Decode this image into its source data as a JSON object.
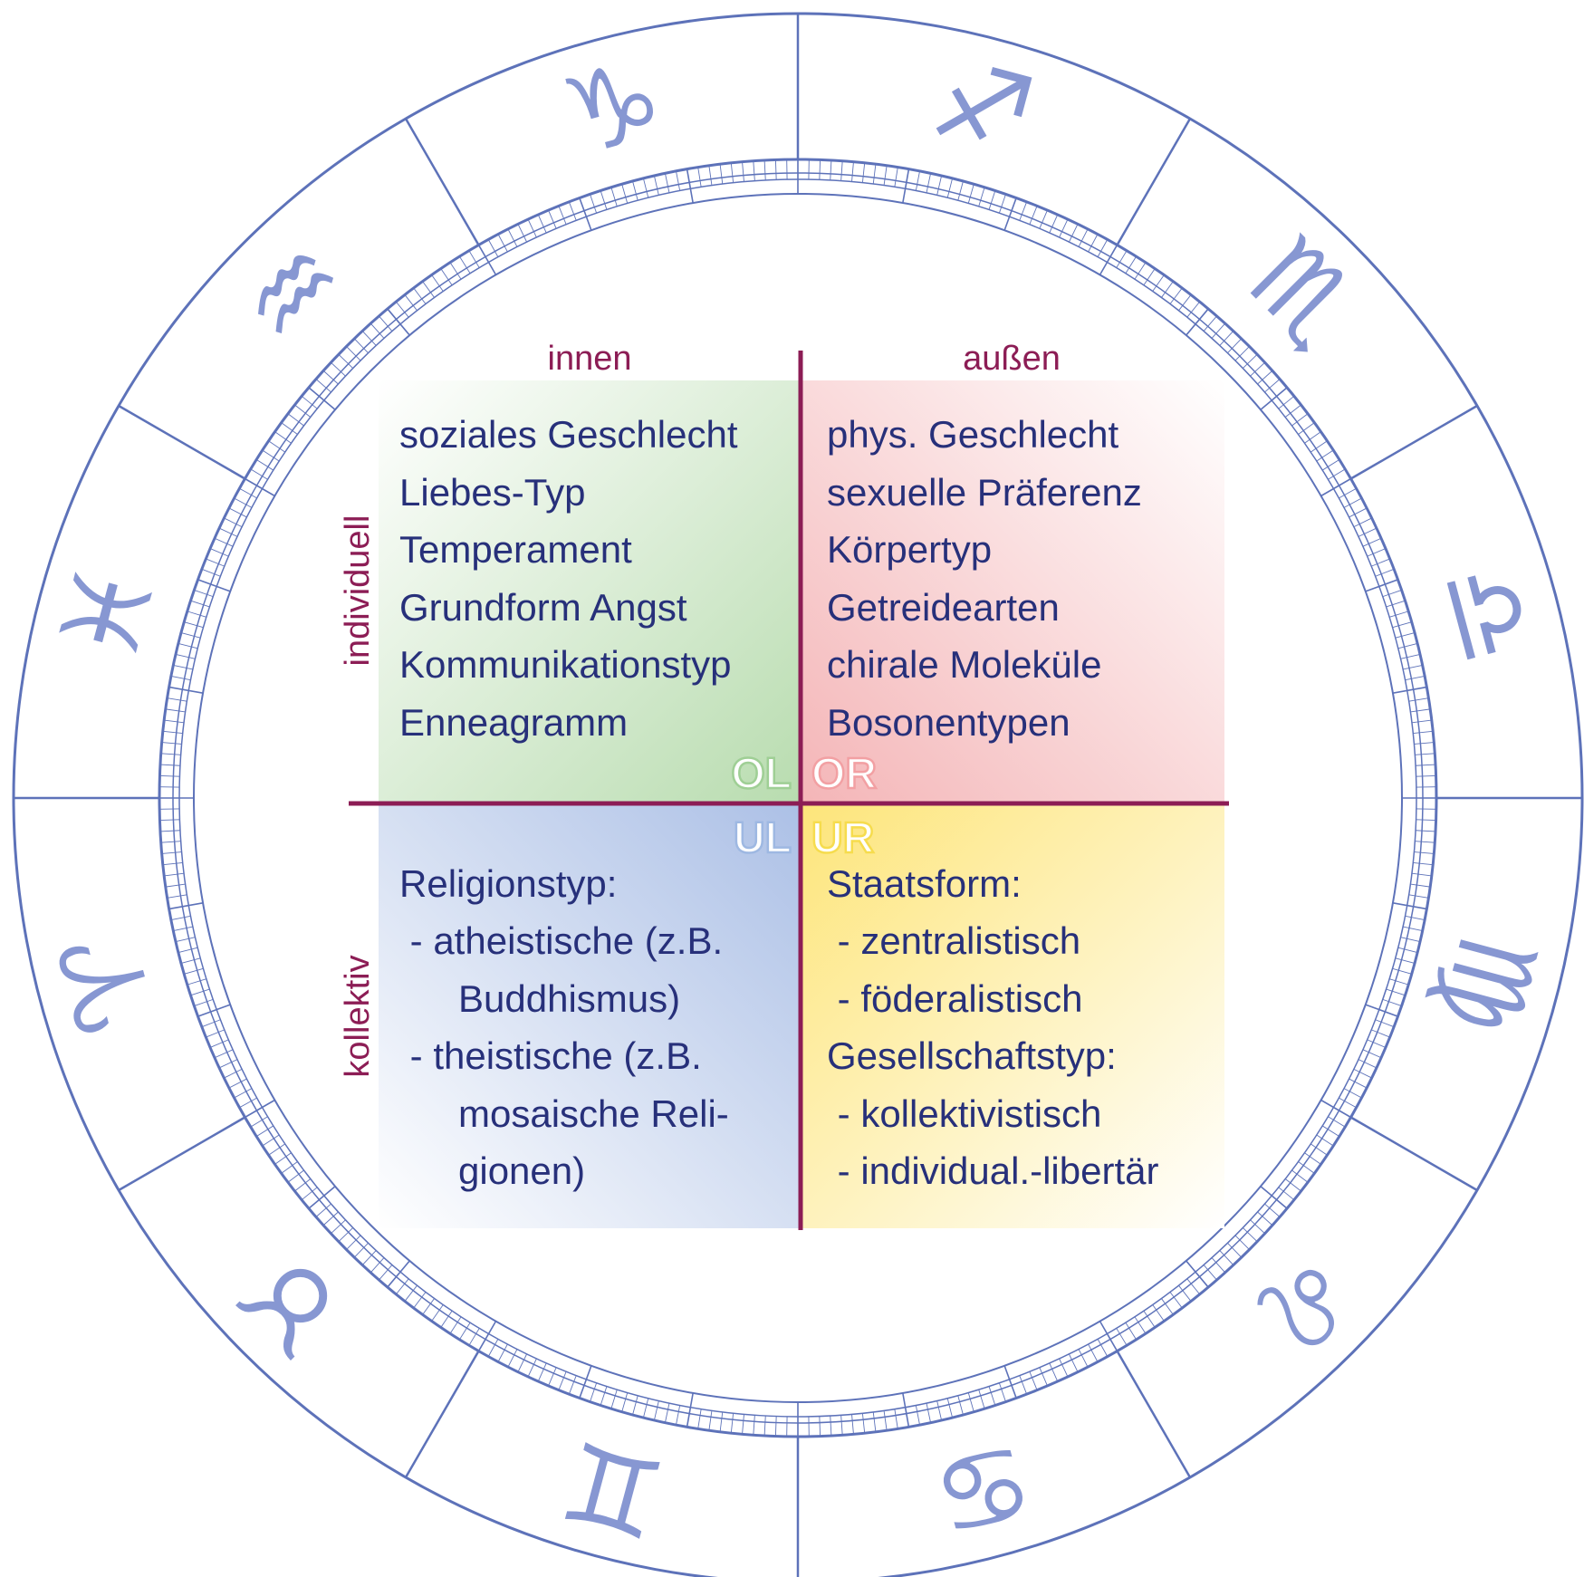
{
  "colors": {
    "ring": "#5d72b9",
    "sign": "#8797d2",
    "axis": "#8c1d55",
    "label": "#8c1d55",
    "text": "#27307a",
    "ol": "#9fcf95",
    "or": "#f2a0a3",
    "ul": "#9eb8e2",
    "ur": "#f6dc4e"
  },
  "zodiac": [
    {
      "name": "capricorn-icon",
      "glyph": "♑"
    },
    {
      "name": "sagittarius-icon",
      "glyph": "♐"
    },
    {
      "name": "scorpio-icon",
      "glyph": "♏"
    },
    {
      "name": "libra-icon",
      "glyph": "♎"
    },
    {
      "name": "virgo-icon",
      "glyph": "♍"
    },
    {
      "name": "leo-icon",
      "glyph": "♌"
    },
    {
      "name": "cancer-icon",
      "glyph": "♋"
    },
    {
      "name": "gemini-icon",
      "glyph": "♊"
    },
    {
      "name": "taurus-icon",
      "glyph": "♉"
    },
    {
      "name": "aries-icon",
      "glyph": "♈"
    },
    {
      "name": "pisces-icon",
      "glyph": "♓"
    },
    {
      "name": "aquarius-icon",
      "glyph": "♒"
    }
  ],
  "headers": {
    "left_column": "innen",
    "right_column": "außen",
    "top_row": "individuell",
    "bottom_row": "kollektiv"
  },
  "quadrant_codes": {
    "ol": "OL",
    "or": "OR",
    "ul": "UL",
    "ur": "UR"
  },
  "quadrants": {
    "ol": [
      "soziales Geschlecht",
      "Liebes-Typ",
      "Temperament",
      "Grundform Angst",
      "Kommunikationstyp",
      "Enneagramm"
    ],
    "or": [
      "phys. Geschlecht",
      "sexuelle Präferenz",
      "Körpertyp",
      "Getreidearten",
      "chirale Moleküle",
      "Bosonentypen"
    ],
    "ul": [
      "Religionstyp:",
      " - atheistische (z.B.",
      "Buddhismus)",
      " - theistische (z.B.",
      "mosaische Reli-",
      "gionen)"
    ],
    "ur": [
      "Staatsform:",
      " - zentralistisch",
      " - föderalistisch",
      "Gesellschaftstyp:",
      " - kollektivistisch",
      " - individual.-libertär"
    ]
  }
}
